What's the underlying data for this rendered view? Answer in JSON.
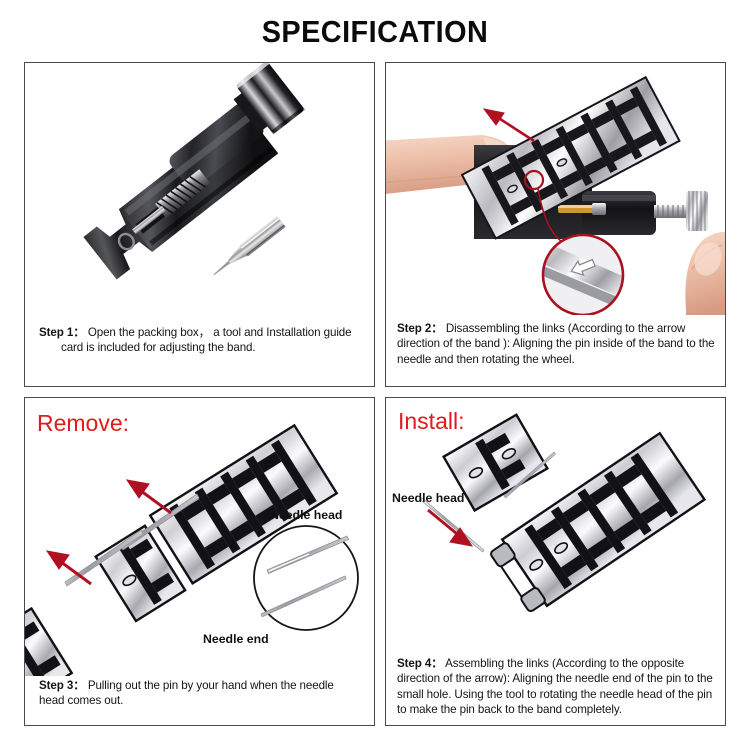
{
  "page": {
    "title": "SPECIFICATION",
    "background_color": "#ffffff",
    "accent_red": "#e01b1b",
    "arrow_red": "#b01020",
    "border_color": "#4a4a4a"
  },
  "panels": [
    {
      "id": "panel-1",
      "position": "top-left",
      "step_label": "Step 1：",
      "step_text_line1": "Open the packing box， a tool and Installation guide",
      "step_text_line2": "card is included for adjusting the band.",
      "illustration": "black-watch-band-link-removal-tool-with-knurled-knob-and-spare-pin"
    },
    {
      "id": "panel-2",
      "position": "top-right",
      "step_label": "Step 2：",
      "step_text_line1": "Disassembling the links (According to the arrow",
      "step_text_line2": "direction of the band ): Aligning the pin inside of the band to",
      "step_text_line3": "the needle and then rotating the wheel.",
      "illustration": "finger-holding-metal-watch-band-in-tool-with-hand-turning-knob",
      "callout": "magnified-arrow-marking-on-band-link",
      "arrow_direction": "up-left"
    },
    {
      "id": "panel-3",
      "position": "bottom-left",
      "section_label": "Remove:",
      "annotations": [
        {
          "name": "needle-head",
          "text": "Needle head"
        },
        {
          "name": "needle-end",
          "text": "Needle end"
        }
      ],
      "step_label": "Step 3：",
      "step_text_line1": "Pulling out the pin by your hand when the needle",
      "step_text_line2": "head comes out.",
      "illustration": "metal-watch-band-with-links-separating-and-two-pins-pulled-out",
      "arrow_count": 2,
      "arrow_direction": "up-left",
      "magnifier": "circle-inset-showing-needle-head-and-needle-end"
    },
    {
      "id": "panel-4",
      "position": "bottom-right",
      "section_label": "Install:",
      "annotations": [
        {
          "name": "needle-head",
          "text": "Needle head"
        }
      ],
      "step_label": "Step 4：",
      "step_text_line1": "Assembling the links (According to the opposite",
      "step_text_line2": "direction of the arrow): Aligning the needle end of the pin to",
      "step_text_line3": "the small hole. Using the tool to rotating the needle head of",
      "step_text_line4": "the pin to make the pin back to the band completely.",
      "illustration": "metal-watch-band-with-separate-link-being-reattached",
      "arrow_count": 1,
      "arrow_direction": "down-right"
    }
  ]
}
